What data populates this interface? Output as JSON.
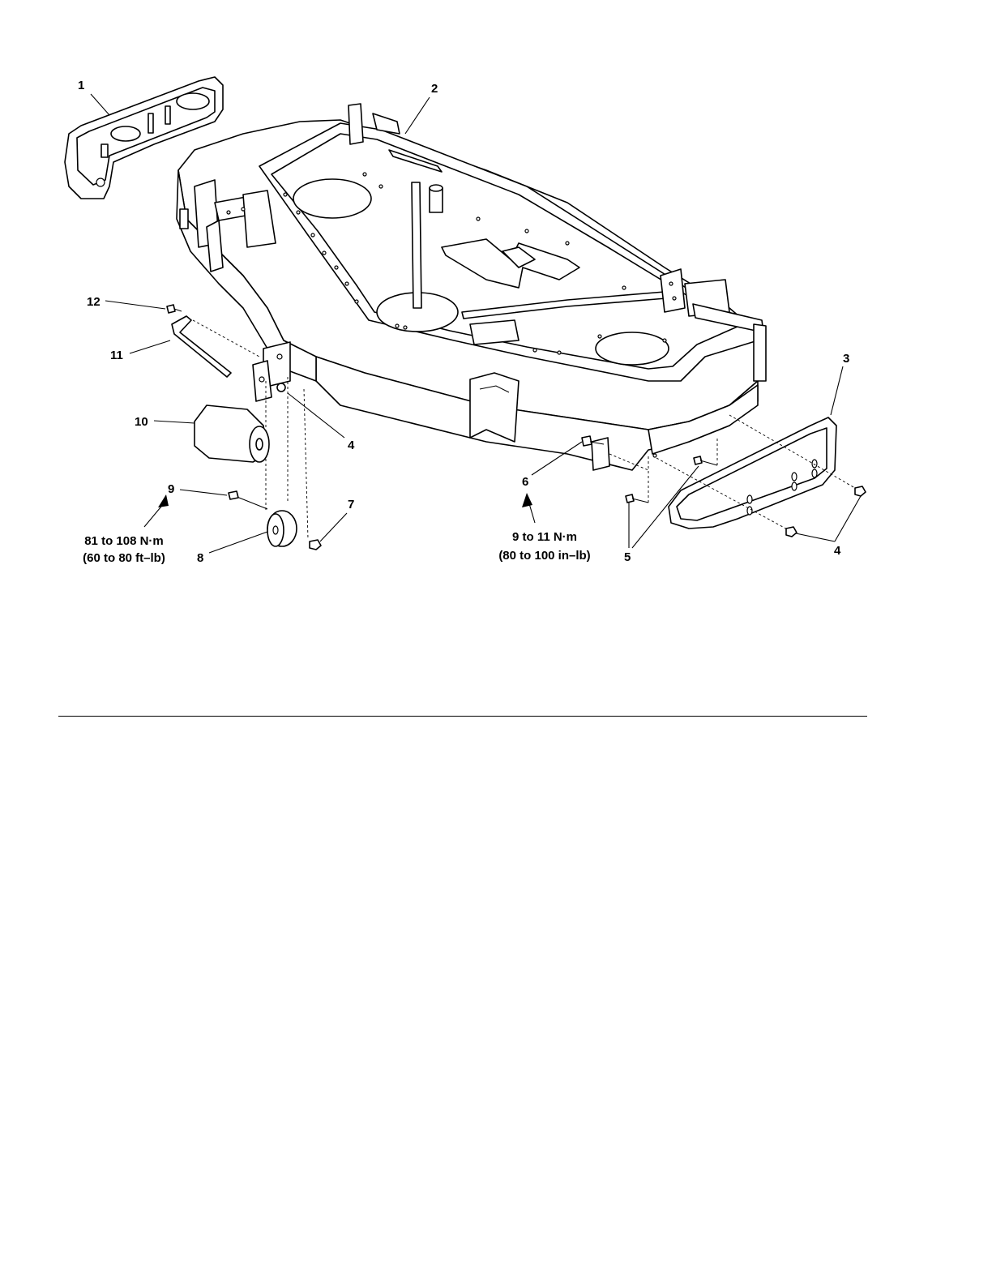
{
  "callouts": {
    "c1": "1",
    "c2": "2",
    "c3": "3",
    "c4a": "4",
    "c4b": "4",
    "c5": "5",
    "c6": "6",
    "c7": "7",
    "c8": "8",
    "c9": "9",
    "c10": "10",
    "c11": "11",
    "c12": "12"
  },
  "torque_left": {
    "metric": "81 to 108 N·m",
    "imperial": "(60 to 80 ft–lb)"
  },
  "torque_right": {
    "metric": "9 to 11 N·m",
    "imperial": "(80 to 100 in–lb)"
  }
}
